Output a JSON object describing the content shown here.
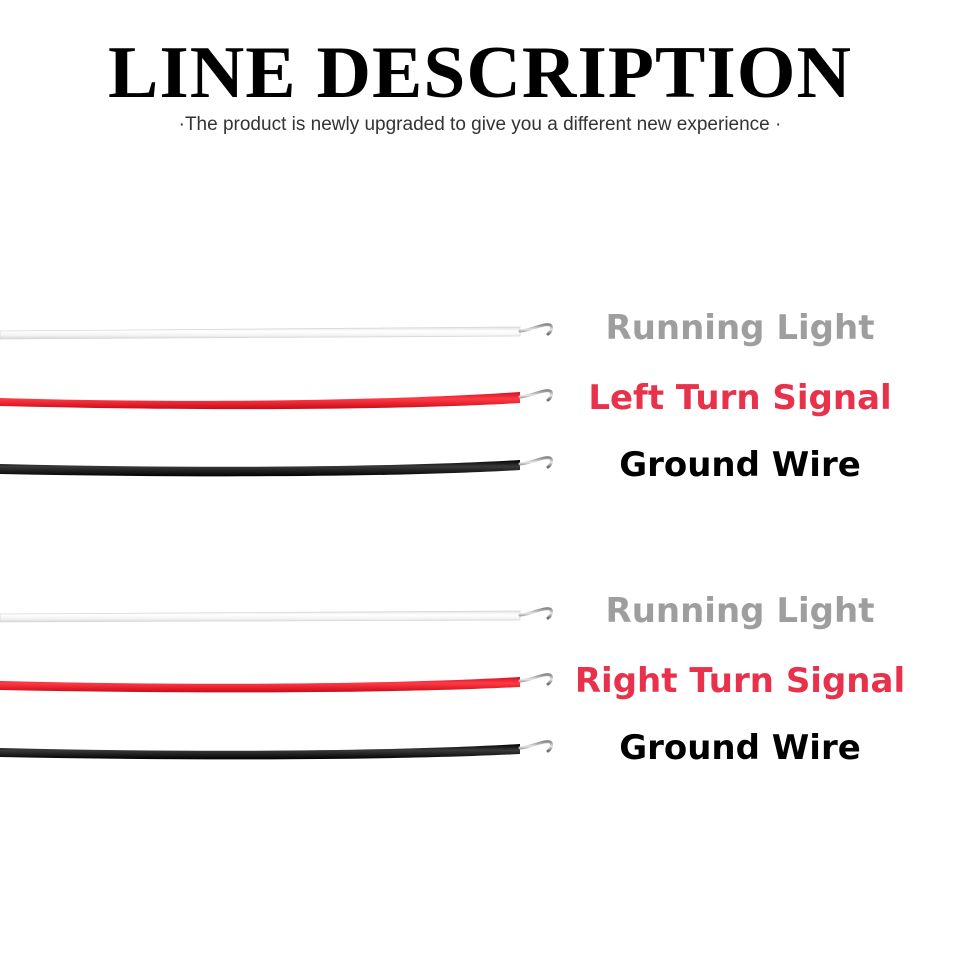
{
  "header": {
    "title": "LINE DESCRIPTION",
    "subtitle": "·The product is newly upgraded to give you a different new experience ·"
  },
  "colors": {
    "gray_label": "#9e9e9e",
    "red_label": "#e8314a",
    "black_label": "#000000",
    "wire_white": "#f4f4f4",
    "wire_red": "#f21c2c",
    "wire_black": "#111111"
  },
  "groups": [
    {
      "wires": [
        {
          "color": "white",
          "label": "Running Light"
        },
        {
          "color": "red",
          "label": "Left Turn Signal"
        },
        {
          "color": "black",
          "label": "Ground Wire"
        }
      ]
    },
    {
      "wires": [
        {
          "color": "white",
          "label": "Running Light"
        },
        {
          "color": "red",
          "label": "Right Turn Signal"
        },
        {
          "color": "black",
          "label": "Ground Wire"
        }
      ]
    }
  ]
}
